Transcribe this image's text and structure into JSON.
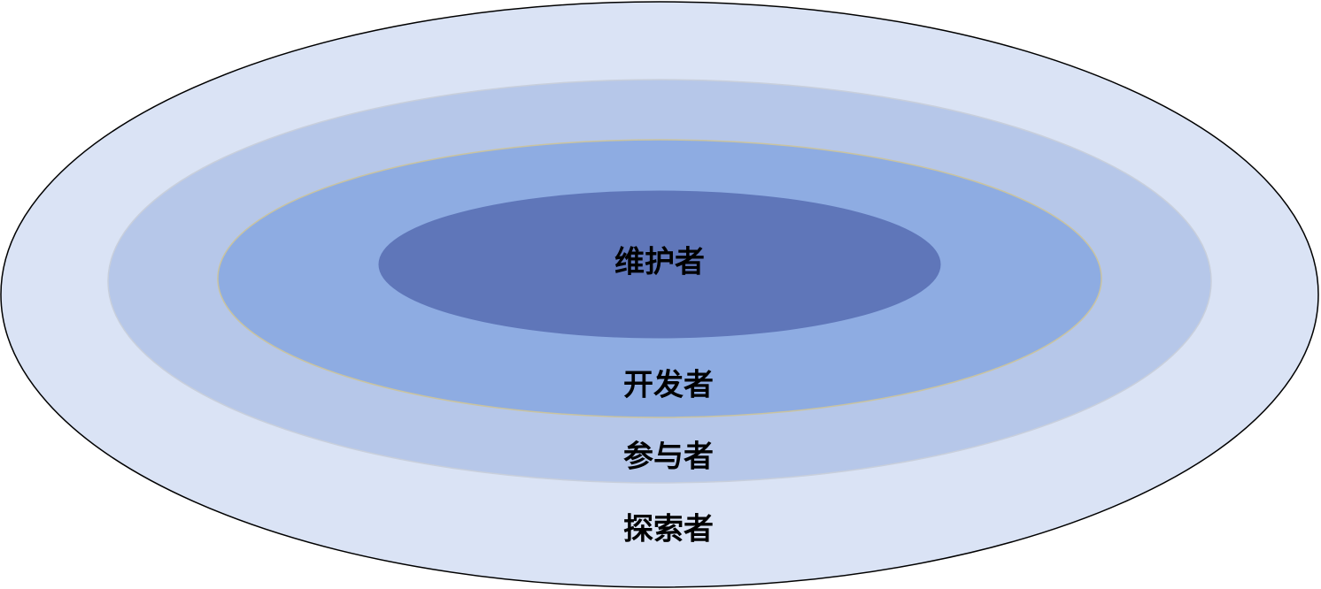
{
  "diagram": {
    "layers": [
      {
        "id": "explorer",
        "label": "探索者",
        "fill": "#dae3f5",
        "stroke": "#000000"
      },
      {
        "id": "participant",
        "label": "参与者",
        "fill": "#b6c7e9",
        "stroke": "#c8cfdc"
      },
      {
        "id": "developer",
        "label": "开发者",
        "fill": "#8eace2",
        "stroke": "#c9c3a0"
      },
      {
        "id": "maintainer",
        "label": "维护者",
        "fill": "#5f76b9",
        "stroke": "#5f76b9"
      }
    ]
  }
}
